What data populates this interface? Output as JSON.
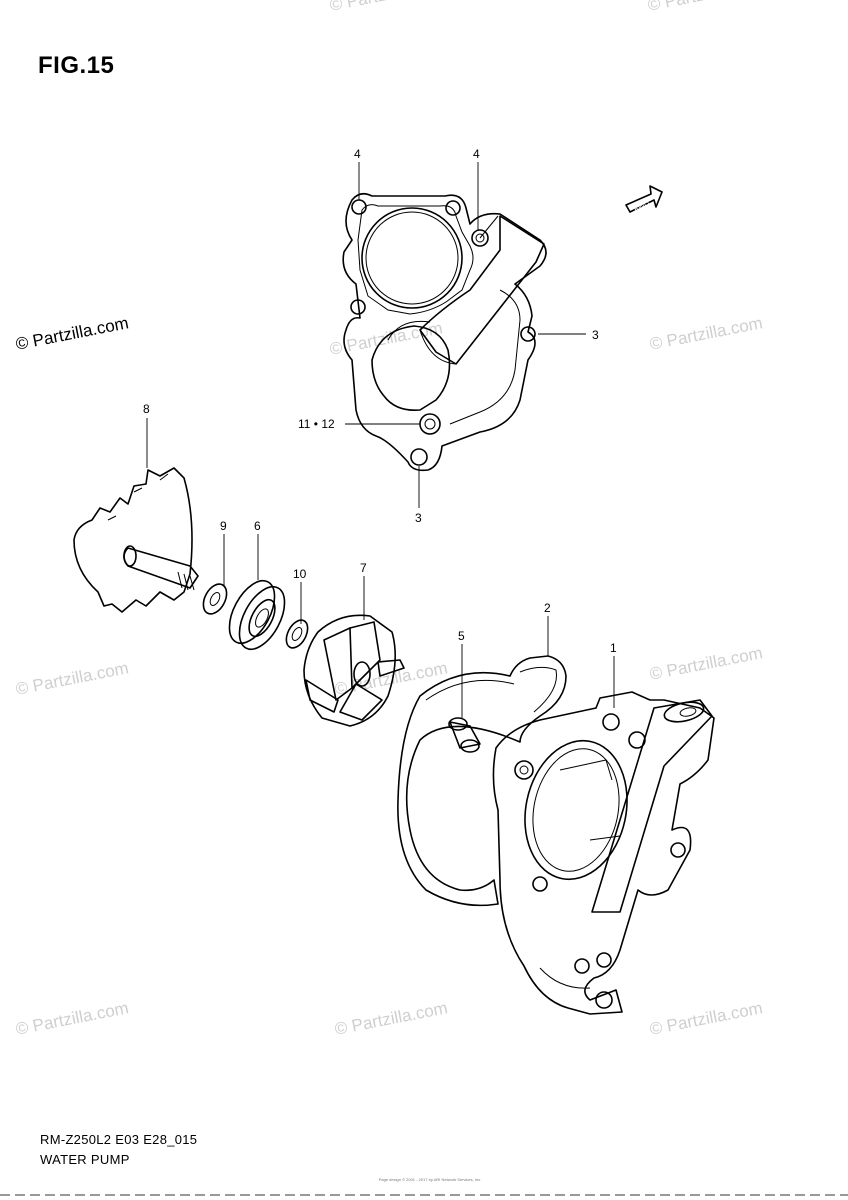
{
  "figure": {
    "title": "FIG.15"
  },
  "watermarks": [
    "© Partzilla.com",
    "© Partzilla.com",
    "© Partzilla.com",
    "© Partzilla.com",
    "© Partzilla.com",
    "© Partzilla.com",
    "© Partzilla.com",
    "© Partzilla.com",
    "© Partzilla.com",
    "© Partzilla.com",
    "© Partzilla.com"
  ],
  "direction_badge": {
    "label": "FWD"
  },
  "callouts": {
    "c1": "1",
    "c2": "2",
    "c3a": "3",
    "c3b": "3",
    "c4a": "4",
    "c4b": "4",
    "c5": "5",
    "c6": "6",
    "c7": "7",
    "c8": "8",
    "c9": "9",
    "c10": "10",
    "c11_12": "11 • 12"
  },
  "footer": {
    "model_code": "RM-Z250L2 E03 E28_015",
    "section_name": "WATER PUMP",
    "page_credit_line1": "Page design © 2001 - 2017 by ARI Network Services, Inc."
  },
  "colors": {
    "line": "#000000",
    "watermark": "#cfcfcf",
    "background": "#ffffff"
  }
}
